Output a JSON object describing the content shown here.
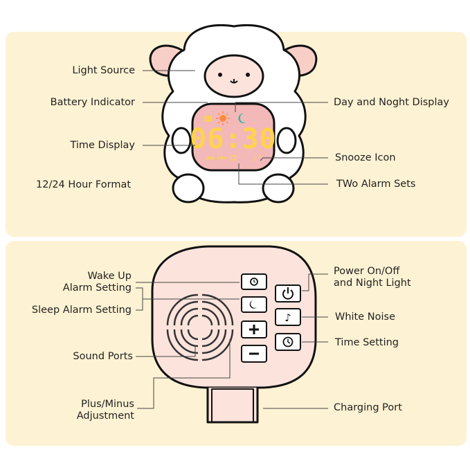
{
  "labels": {
    "light_source": "Light Source",
    "battery_indicator": "Battery Indicator",
    "time_display": "Time Display",
    "hour_format": "12/24 Hour Format",
    "day_night_display": "Day and Noght Display",
    "snooze_icon": "Snooze Icon",
    "two_alarm_sets": "TWo Alarm Sets",
    "wake_up_line1": "Wake Up",
    "wake_up_line2": "Alarm Setting",
    "sleep_alarm": "Sleep Alarm Setting",
    "sound_ports": "Sound Ports",
    "plus_minus_line1": "Plus/Minus",
    "plus_minus_line2": "Adjustment",
    "power_line1": "Power On/Off",
    "power_line2": "and Night Light",
    "white_noise": "White Noise",
    "time_setting": "Time Setting",
    "charging_port": "Charging Port"
  },
  "display": {
    "time": "06:30",
    "am": "AM",
    "pm": "PM"
  },
  "colors": {
    "panel": "#fdf2d3",
    "body_pink": "#fce3dc",
    "ear_pink": "#f7cfc6",
    "screen": "#f2b9b8",
    "digits": "#ffd34d",
    "moon": "#3cb39a",
    "sun": "#ff8a3d",
    "outline": "#111111"
  }
}
